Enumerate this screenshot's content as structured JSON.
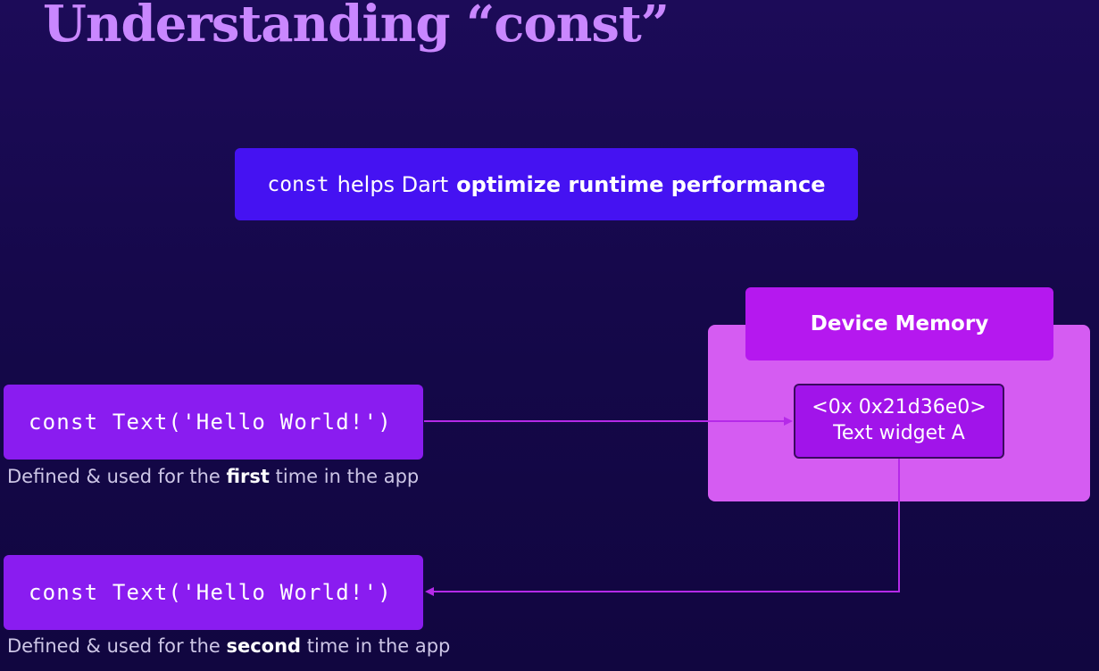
{
  "title": "Understanding “const”",
  "headline": {
    "code": "const",
    "text": "helps Dart",
    "emphasis": "optimize runtime performance"
  },
  "first_usage": {
    "code": "const Text('Hello World!')",
    "caption_before": "Defined & used for the",
    "caption_emphasis": "first",
    "caption_after": "time in the app"
  },
  "second_usage": {
    "code": "const Text('Hello World!')",
    "caption_before": "Defined & used for the",
    "caption_emphasis": "second",
    "caption_after": "time in the app"
  },
  "memory": {
    "label": "Device Memory",
    "address": "<0x 0x21d36e0>",
    "widget": "Text widget A"
  },
  "colors": {
    "background": "#15084a",
    "title": "#c987ff",
    "headline_box": "#4512f2",
    "code_box": "#8a1cf0",
    "memory_panel": "#d55cf2",
    "memory_header": "#b518ef",
    "arrow": "#b52ae8"
  }
}
